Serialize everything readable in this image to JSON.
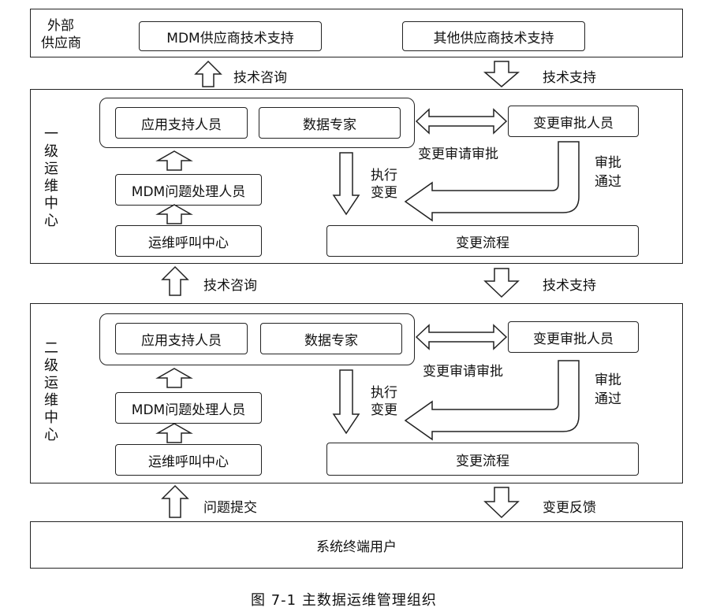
{
  "external": {
    "label_line1": "外部",
    "label_line2": "供应商",
    "mdm_support": "MDM供应商技术支持",
    "other_support": "其他供应商技术支持"
  },
  "conn_top": {
    "up_label": "技术咨询",
    "down_label": "技术支持"
  },
  "level1": {
    "label": [
      "一",
      "级",
      "运",
      "维",
      "中",
      "心"
    ],
    "app_support": "应用支持人员",
    "data_expert": "数据专家",
    "change_approver": "变更审批人员",
    "change_request": "变更审请审批",
    "execute_line1": "执行",
    "execute_line2": "变更",
    "approved_line1": "审批",
    "approved_line2": "通过",
    "mdm_handler": "MDM问题处理人员",
    "call_center": "运维呼叫中心",
    "change_process": "变更流程"
  },
  "conn_mid": {
    "up_label": "技术咨询",
    "down_label": "技术支持"
  },
  "level2": {
    "label": [
      "二",
      "级",
      "运",
      "维",
      "中",
      "心"
    ],
    "app_support": "应用支持人员",
    "data_expert": "数据专家",
    "change_approver": "变更审批人员",
    "change_request": "变更审请审批",
    "execute_line1": "执行",
    "execute_line2": "变更",
    "approved_line1": "审批",
    "approved_line2": "通过",
    "mdm_handler": "MDM问题处理人员",
    "call_center": "运维呼叫中心",
    "change_process": "变更流程"
  },
  "conn_bottom": {
    "up_label": "问题提交",
    "down_label": "变更反馈"
  },
  "end_users": "系统终端用户",
  "caption": "图 7-1   主数据运维管理组织"
}
